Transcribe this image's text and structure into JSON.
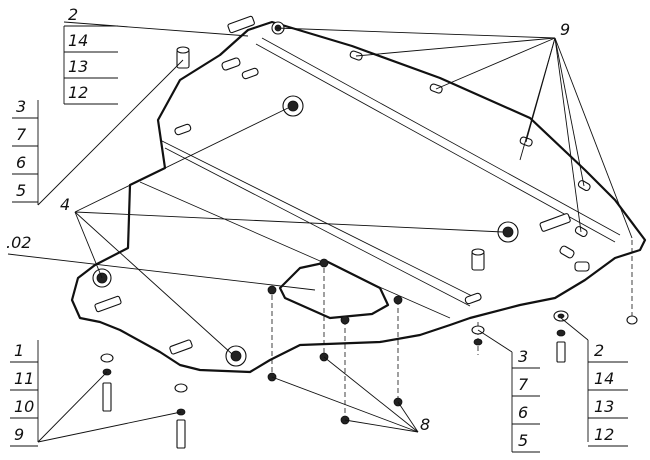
{
  "callouts": {
    "top_left": [
      "2",
      "14",
      "13",
      "12"
    ],
    "left_mid": [
      "3",
      "7",
      "6",
      "5"
    ],
    "bottom_left": [
      "1",
      "11",
      "10",
      "9"
    ],
    "bottom_mid": [
      "3",
      "7",
      "6",
      "5"
    ],
    "bottom_right": [
      "2",
      "14",
      "13",
      "12"
    ],
    "label_9": "9",
    "label_4": "4",
    "label_02": ".02",
    "label_8": "8"
  }
}
